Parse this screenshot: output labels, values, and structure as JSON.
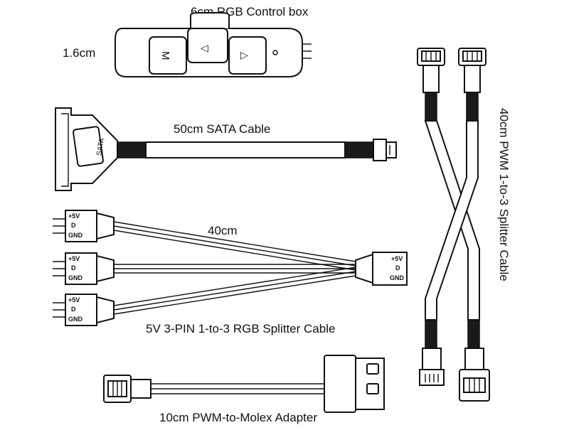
{
  "labels": {
    "control_box": "6cm  RGB Control box",
    "control_box_height": "1.6cm",
    "sata_cable": "50cm  SATA Cable",
    "sata_badge": "SATA",
    "splitter_length": "40cm",
    "rgb_splitter": "5V 3-PIN 1-to-3 RGB Splitter Cable",
    "pwm_splitter": "40cm  PWM 1-to-3 Splitter Cable",
    "molex_adapter": "10cm  PWM-to-Molex Adapter"
  },
  "buttons": {
    "mode": "M",
    "prev": "◁",
    "next": "▷",
    "led": "°"
  },
  "pins": {
    "plus5v": "+5V",
    "d": "D",
    "gnd": "GND"
  }
}
